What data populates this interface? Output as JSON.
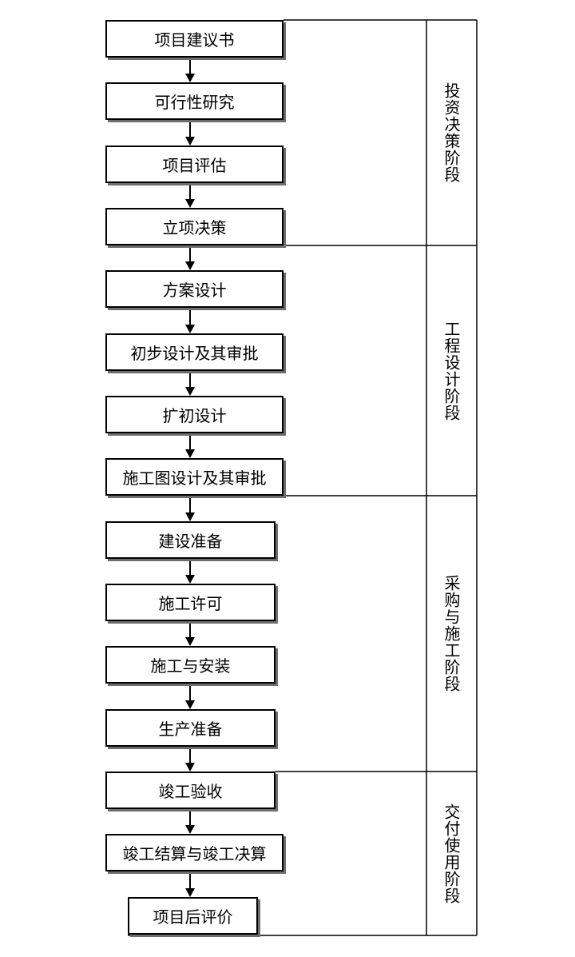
{
  "steps": [
    "项目建议书",
    "可行性研究",
    "项目评估",
    "立项决策",
    "方案设计",
    "初步设计及其审批",
    "扩初设计",
    "施工图设计及其审批",
    "建设准备",
    "施工许可",
    "施工与安装",
    "生产准备",
    "竣工验收",
    "竣工结算与竣工决算",
    "项目后评价"
  ],
  "stages": [
    "投资决策阶段",
    "工程设计阶段",
    "采购与施工阶段",
    "交付使用阶段"
  ]
}
